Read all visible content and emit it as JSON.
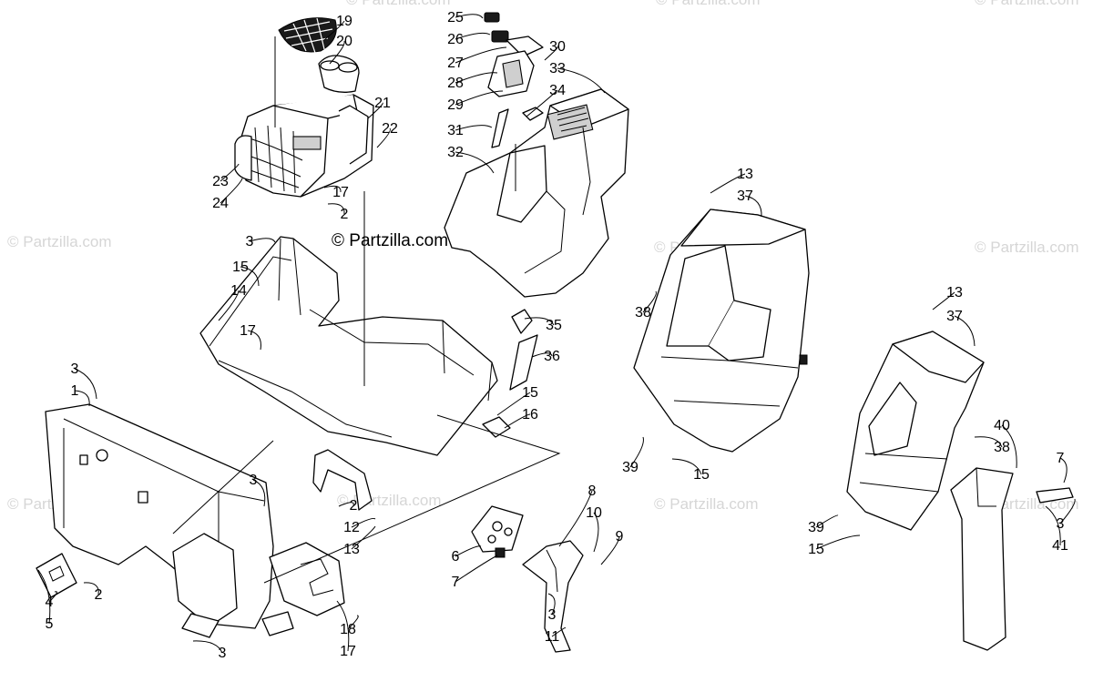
{
  "watermarks": {
    "center": "© Partzilla.com",
    "repeat": "© Partzilla.com"
  },
  "callouts": [
    "1",
    "2",
    "3",
    "4",
    "5",
    "6",
    "7",
    "8",
    "9",
    "10",
    "11",
    "12",
    "13",
    "14",
    "15",
    "16",
    "17",
    "18",
    "19",
    "20",
    "21",
    "22",
    "23",
    "24",
    "25",
    "26",
    "27",
    "28",
    "29",
    "30",
    "31",
    "32",
    "33",
    "34",
    "35",
    "36",
    "37",
    "38",
    "39",
    "40",
    "41"
  ],
  "colors": {
    "line": "#000000",
    "watermark": "#d6d6d6",
    "background": "#ffffff"
  }
}
